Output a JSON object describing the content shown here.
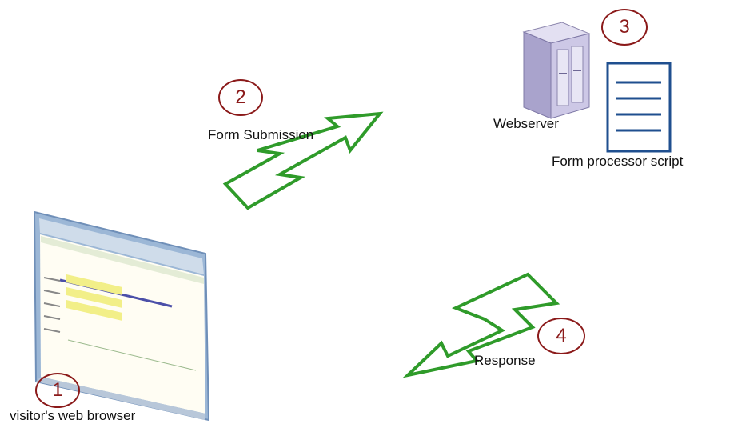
{
  "steps": [
    {
      "number": "1",
      "label": "visitor's web browser"
    },
    {
      "number": "2",
      "label": "Form Submission"
    },
    {
      "number": "3",
      "label": "Webserver"
    },
    {
      "number": "4",
      "label": "Response"
    }
  ],
  "script_label": "Form processor script",
  "colors": {
    "arrow_stroke": "#2f9b2a",
    "step_circle": "#8b1a1a",
    "document_border": "#1f4f8f",
    "server_body": "#b9b3d6"
  },
  "icons": [
    "web-browser-screenshot-icon",
    "server-icon",
    "document-icon",
    "lightning-arrow-icon"
  ]
}
